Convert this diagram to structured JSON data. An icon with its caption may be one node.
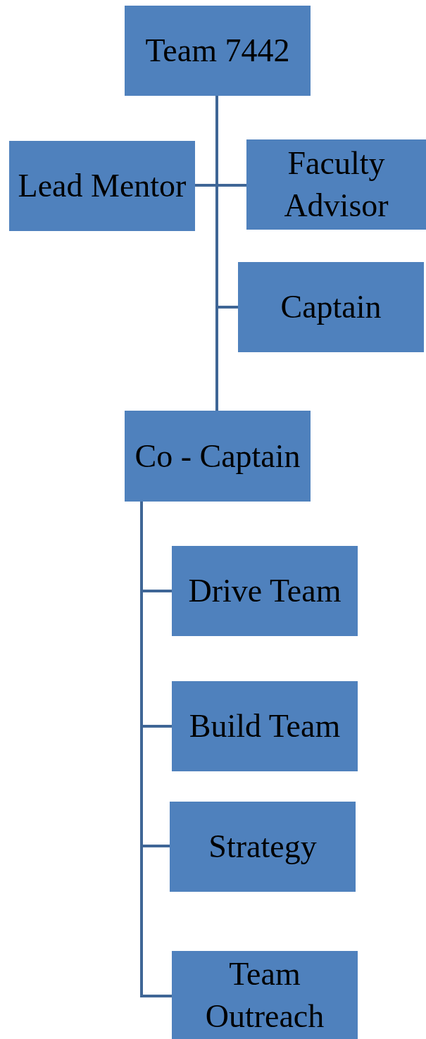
{
  "diagram": {
    "nodes": [
      {
        "text": [
          "Team 7442"
        ]
      },
      {
        "text": [
          "Lead Mentor"
        ]
      },
      {
        "text": [
          "Faculty Advisor"
        ]
      },
      {
        "text": [
          "Captain"
        ]
      },
      {
        "text": [
          "Co - Captain"
        ]
      },
      {
        "text": [
          "Drive Team"
        ]
      },
      {
        "text": [
          "Build Team"
        ]
      },
      {
        "text": [
          "Strategy"
        ]
      },
      {
        "text": [
          "Team Outreach"
        ]
      }
    ],
    "edges": [
      {
        "from": 0,
        "to": 1,
        "arrow": "none"
      },
      {
        "from": 0,
        "to": 2,
        "arrow": "none"
      },
      {
        "from": 0,
        "to": 3,
        "arrow": "none"
      },
      {
        "from": 0,
        "to": 4,
        "arrow": "none"
      },
      {
        "from": 4,
        "to": 5,
        "arrow": "none"
      },
      {
        "from": 4,
        "to": 6,
        "arrow": "none"
      },
      {
        "from": 4,
        "to": 7,
        "arrow": "none"
      },
      {
        "from": 4,
        "to": 8,
        "arrow": "none"
      }
    ]
  }
}
